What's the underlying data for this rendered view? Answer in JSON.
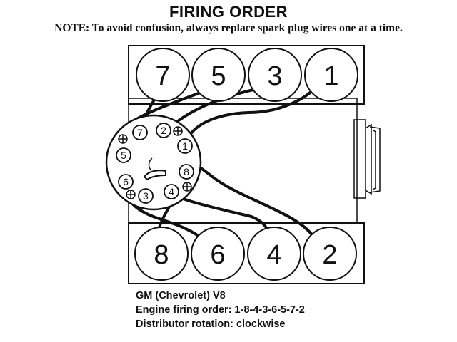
{
  "title": "FIRING ORDER",
  "note": "NOTE: To avoid confusion, always replace spark plug wires one at a time.",
  "engine": {
    "top_bank_cylinders": [
      "7",
      "5",
      "3",
      "1"
    ],
    "bottom_bank_cylinders": [
      "8",
      "6",
      "4",
      "2"
    ]
  },
  "distributor": {
    "terminals": [
      "7",
      "2",
      "1",
      "5",
      "8",
      "6",
      "3",
      "4"
    ]
  },
  "caption": {
    "model": "GM (Chevrolet) V8",
    "firing_order": "Engine firing order: 1-8-4-3-6-5-7-2",
    "rotation": "Distributor rotation: clockwise"
  }
}
